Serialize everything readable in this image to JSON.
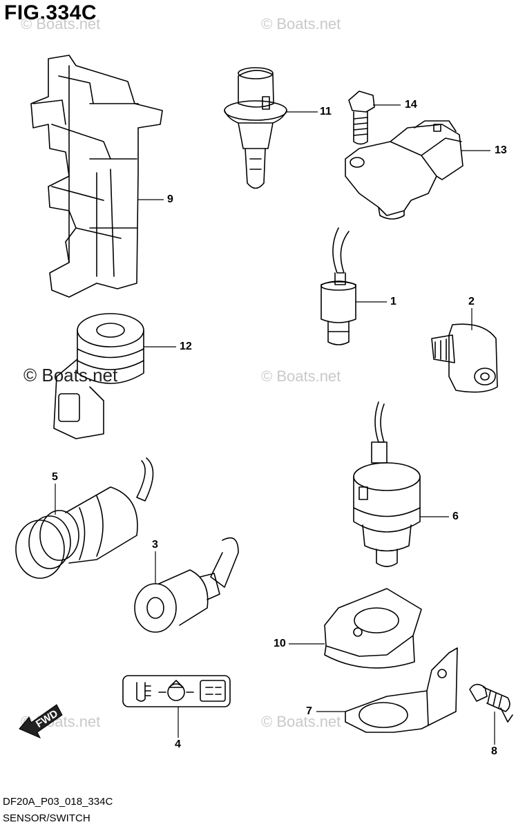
{
  "figure": {
    "title": "FIG.334C",
    "code": "DF20A_P03_018_334C",
    "name": "SENSOR/SWITCH"
  },
  "watermark": {
    "text": "© Boats.net"
  },
  "fwd_label": "FWD",
  "callouts": [
    {
      "id": "c1",
      "text": "1"
    },
    {
      "id": "c2",
      "text": "2"
    },
    {
      "id": "c3",
      "text": "3"
    },
    {
      "id": "c4",
      "text": "4"
    },
    {
      "id": "c5",
      "text": "5"
    },
    {
      "id": "c6",
      "text": "6"
    },
    {
      "id": "c7",
      "text": "7"
    },
    {
      "id": "c8",
      "text": "8"
    },
    {
      "id": "c9",
      "text": "9"
    },
    {
      "id": "c10",
      "text": "10"
    },
    {
      "id": "c11",
      "text": "11"
    },
    {
      "id": "c12",
      "text": "12"
    },
    {
      "id": "c13",
      "text": "13"
    },
    {
      "id": "c14",
      "text": "14"
    }
  ]
}
